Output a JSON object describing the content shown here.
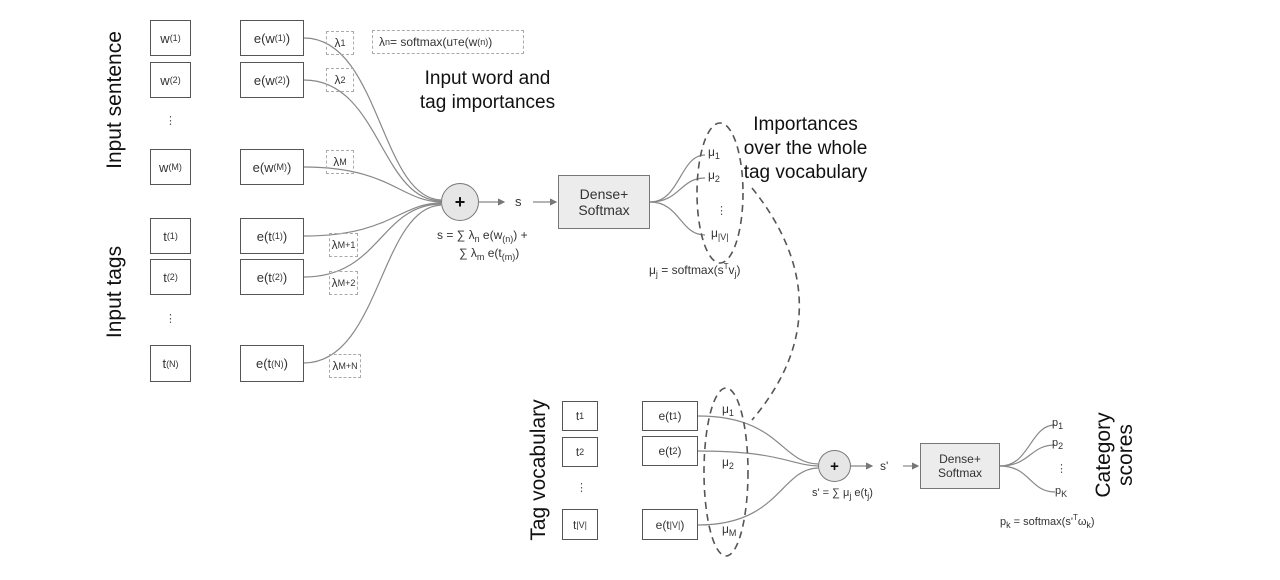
{
  "section_labels": {
    "input_sentence": "Input sentence",
    "input_tags": "Input tags",
    "tag_vocabulary": "Tag vocabulary",
    "category_scores_line1": "Category",
    "category_scores_line2": "scores"
  },
  "annotations": {
    "input_importances_line1": "Input word and",
    "input_importances_line2": "tag importances",
    "vocab_importances_line1": "Importances",
    "vocab_importances_line2": "over the whole",
    "vocab_importances_line3": "tag vocabulary"
  },
  "formulas": {
    "lambda": {
      "lhs": "λ",
      "lhs_sub": "n",
      "eq": " = softmax(u",
      "sup": "T",
      "mid": "e(w",
      "sub": "(n)",
      "end": ")"
    },
    "s_line1": {
      "a": "s = ∑  λ",
      "a_sub": "n",
      "b": " e(w",
      "b_sub": "(n)",
      "c": ") +"
    },
    "s_line2": {
      "a": "∑ λ",
      "a_sub": "m",
      "b": " e(t",
      "b_sub": "(m)",
      "c": ")"
    },
    "mu": {
      "a": "μ",
      "a_sub": "j",
      "b": " = softmax(s",
      "sup": "T",
      "c": "v",
      "c_sub": "j",
      "d": ")"
    },
    "s_prime": {
      "a": "s' = ∑  μ",
      "a_sub": "j",
      "b": " e(t",
      "b_sub": "j",
      "c": ")"
    },
    "p": {
      "a": "p",
      "a_sub": "k",
      "b": " = softmax(s'",
      "sup": "T",
      "c": "ω",
      "c_sub": "k",
      "d": ")"
    }
  },
  "input_words": [
    {
      "base": "w",
      "sub": "(1)"
    },
    {
      "base": "w",
      "sub": "(2)"
    },
    {
      "base": "w",
      "sub": "(M)"
    }
  ],
  "word_embeddings": [
    {
      "base": "e(w",
      "sub": "(1)",
      "end": ")"
    },
    {
      "base": "e(w",
      "sub": "(2)",
      "end": ")"
    },
    {
      "base": "e(w",
      "sub": "(M)",
      "end": ")"
    }
  ],
  "word_lambdas": [
    {
      "base": "λ",
      "sub": "1"
    },
    {
      "base": "λ",
      "sub": "2"
    },
    {
      "base": "λ",
      "sub": "M"
    }
  ],
  "input_tags": [
    {
      "base": "t",
      "sub": "(1)"
    },
    {
      "base": "t",
      "sub": "(2)"
    },
    {
      "base": "t",
      "sub": "(N)"
    }
  ],
  "tag_embeddings": [
    {
      "base": "e(t",
      "sub": "(1)",
      "end": ")"
    },
    {
      "base": "e(t",
      "sub": "(2)",
      "end": ")"
    },
    {
      "base": "e(t",
      "sub": "(N)",
      "end": ")"
    }
  ],
  "tag_lambdas": [
    {
      "base": "λ",
      "sub": "M+1"
    },
    {
      "base": "λ",
      "sub": "M+2"
    },
    {
      "base": "λ",
      "sub": "M+N"
    }
  ],
  "ellipsis": "⋮",
  "sum_node": "+",
  "s_label": "s",
  "s_prime_label": "s'",
  "dense": {
    "line1": "Dense+",
    "line2": "Softmax"
  },
  "mu_outputs": [
    {
      "base": "μ",
      "sub": "1"
    },
    {
      "base": "μ",
      "sub": "2"
    },
    {
      "base": "μ",
      "sub": "|V|"
    }
  ],
  "vocab_tags": [
    {
      "base": "t",
      "sub": "1"
    },
    {
      "base": "t",
      "sub": "2"
    },
    {
      "base": "t",
      "sub": "|V|"
    }
  ],
  "vocab_embeddings": [
    {
      "base": "e(t",
      "sub": "1",
      "end": ")"
    },
    {
      "base": "e(t",
      "sub": "2",
      "end": ")"
    },
    {
      "base": "e(t",
      "sub": "|V|",
      "end": ")"
    }
  ],
  "vocab_mus": [
    {
      "base": "μ",
      "sub": "1"
    },
    {
      "base": "μ",
      "sub": "2"
    },
    {
      "base": "μ",
      "sub": "M"
    }
  ],
  "category_outputs": [
    {
      "base": "p",
      "sub": "1"
    },
    {
      "base": "p",
      "sub": "2"
    },
    {
      "base": "p",
      "sub": "K"
    }
  ]
}
